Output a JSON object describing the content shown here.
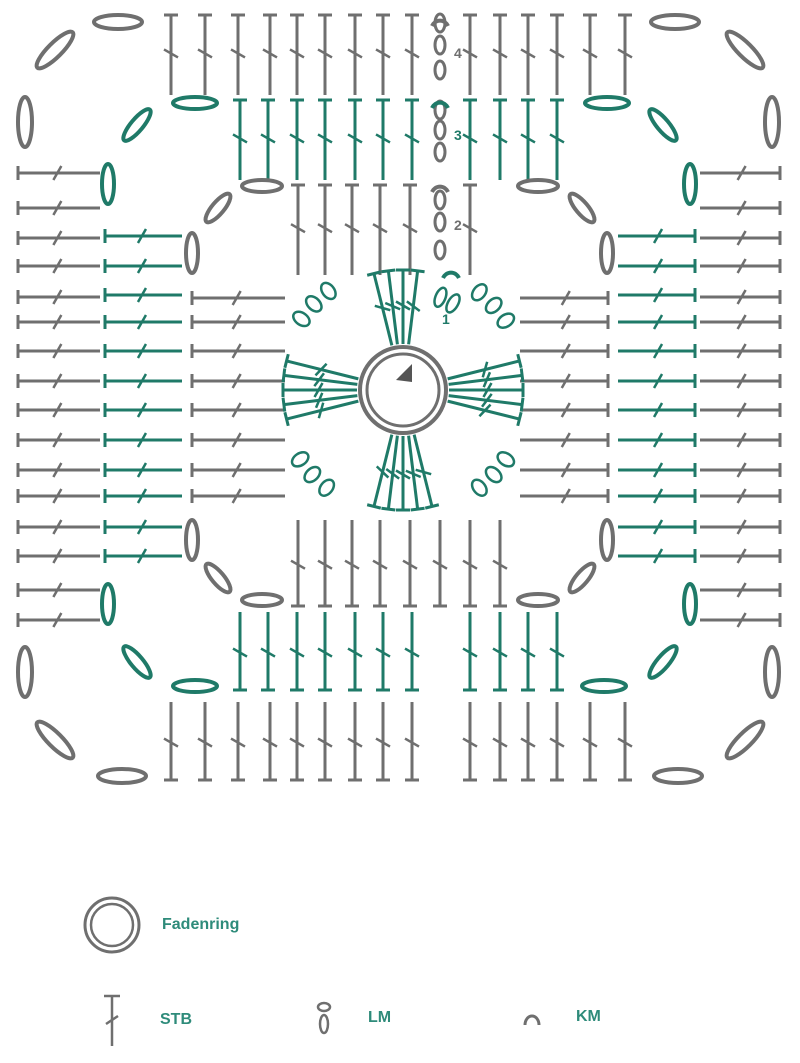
{
  "diagram": {
    "rounds": [
      {
        "label": "1",
        "color": "#1f7a68"
      },
      {
        "label": "2",
        "color": "#6f6f6f"
      },
      {
        "label": "3",
        "color": "#1f7a68"
      },
      {
        "label": "4",
        "color": "#6f6f6f"
      }
    ]
  },
  "legend": {
    "ring": {
      "label": "Fadenring",
      "icon": "magic-ring-icon"
    },
    "stb": {
      "label": "STB",
      "icon": "double-crochet-icon"
    },
    "lm": {
      "label": "LM",
      "icon": "chain-stitch-icon"
    },
    "km": {
      "label": "KM",
      "icon": "slip-stitch-icon"
    }
  },
  "colors": {
    "teal": "#1f7a68",
    "gray": "#6f6f6f",
    "label_teal": "#2e8b7a"
  }
}
